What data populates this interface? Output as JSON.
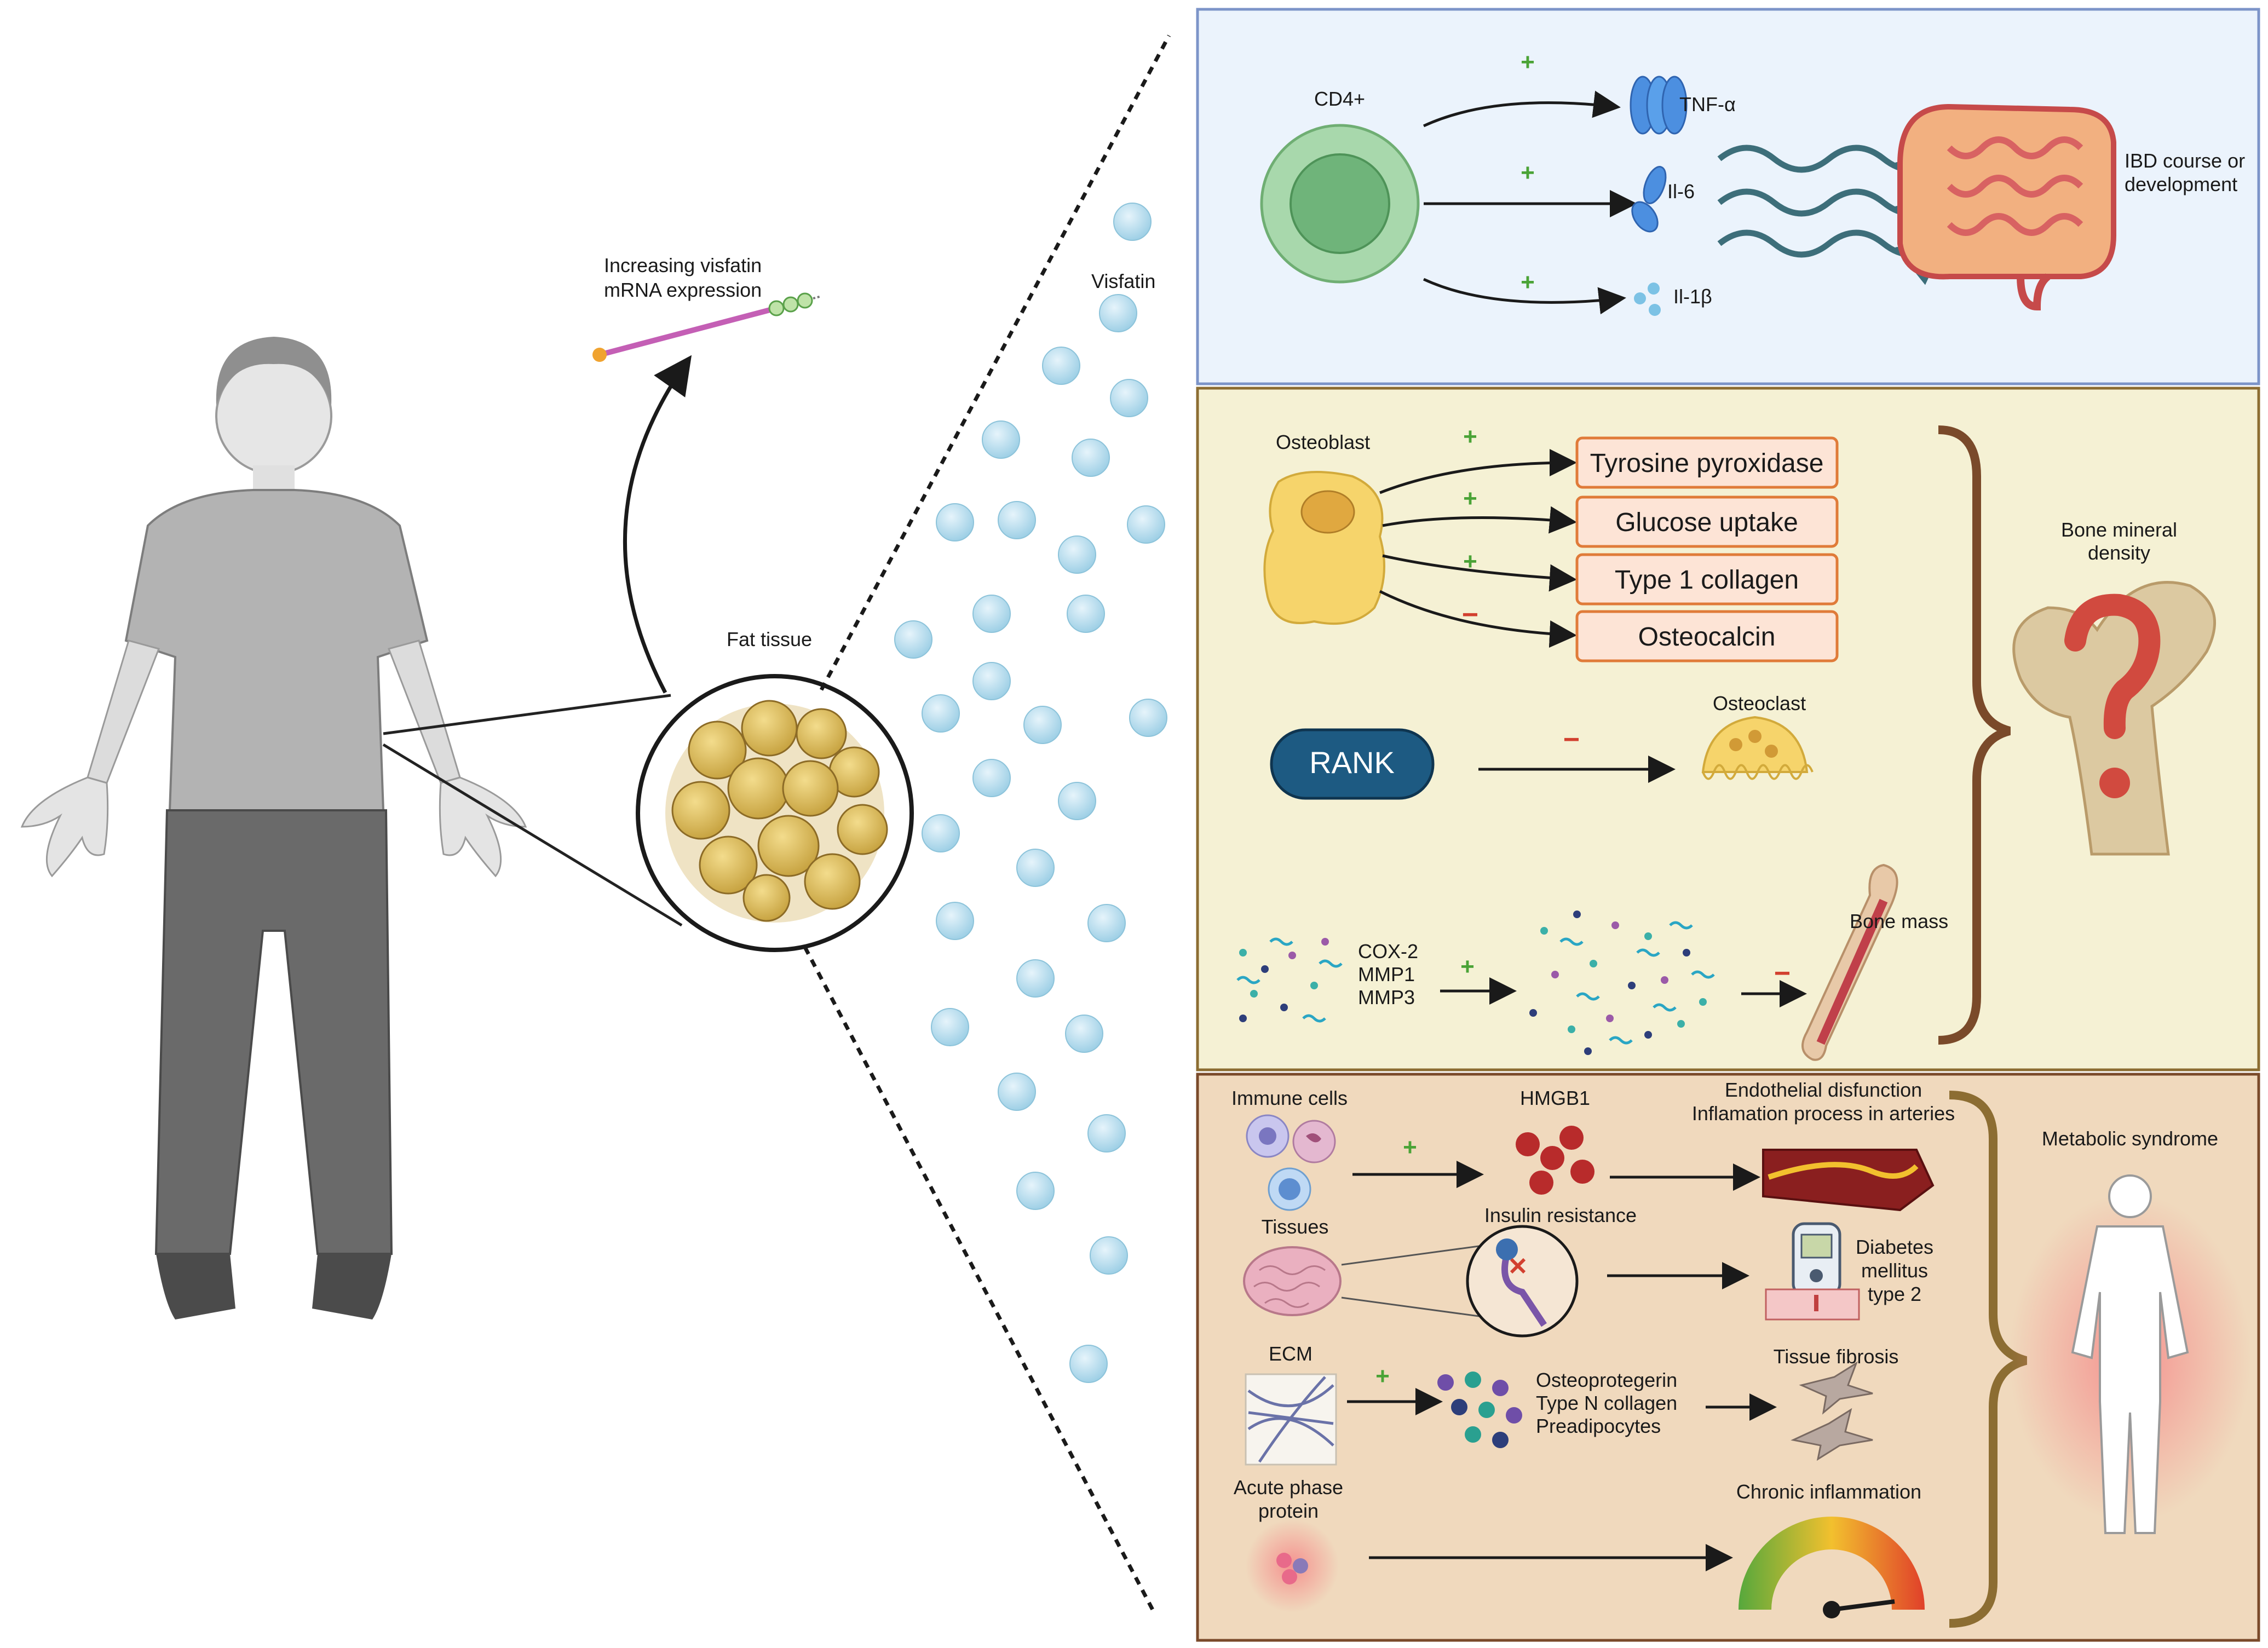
{
  "left": {
    "fat_tissue_label": "Fat tissue",
    "mrna_label_line1": "Increasing visfatin",
    "mrna_label_line2": "mRNA expression",
    "visfatin_label": "Visfatin"
  },
  "panel_immune": {
    "cell_label": "CD4+",
    "cytokines": [
      "TNF-α",
      "Il-6",
      "Il-1β"
    ],
    "outcome_line1": "IBD course or",
    "outcome_line2": "development",
    "sign": "+"
  },
  "panel_bone": {
    "osteoblast_label": "Osteoblast",
    "boxes": [
      "Tyrosine pyroxidase",
      "Glucose uptake",
      "Type 1 collagen",
      "Osteocalcin"
    ],
    "box_signs": [
      "+",
      "+",
      "+",
      "−"
    ],
    "rank_label": "RANK",
    "rank_sign": "−",
    "osteoclast_label": "Osteoclast",
    "enzymes": [
      "COX-2",
      "MMP1",
      "MMP3"
    ],
    "enzyme_sign": "+",
    "bone_mass_sign": "−",
    "bone_mass_label": "Bone mass",
    "bmd_line1": "Bone mineral",
    "bmd_line2": "density"
  },
  "panel_metabolic": {
    "immune_cells_label": "Immune cells",
    "hmgb1_label": "HMGB1",
    "endo_line1": "Endothelial disfunction",
    "endo_line2": "Inflamation process in arteries",
    "tissues_label": "Tissues",
    "insulin_label": "Insulin resistance",
    "diabetes_line1": "Diabetes",
    "diabetes_line2": "mellitus",
    "diabetes_line3": "type 2",
    "ecm_label": "ECM",
    "ecm_products": [
      "Osteoprotegerin",
      "Type N collagen",
      "Preadipocytes"
    ],
    "fibrosis_label": "Tissue fibrosis",
    "acute_line1": "Acute phase",
    "acute_line2": "protein",
    "chronic_label": "Chronic inflammation",
    "metabolic_label": "Metabolic syndrome",
    "sign": "+"
  },
  "colors": {
    "immune_panel_bg": "#ebf3fc",
    "immune_panel_border": "#7c94c8",
    "bone_panel_bg": "#f5f1d4",
    "bone_panel_border": "#8c6d32",
    "metabolic_panel_bg": "#f0d9bd",
    "metabolic_panel_border": "#7a4a2a",
    "box_fill": "#fde4d6",
    "box_border": "#e07b39",
    "rank_fill": "#1d5a82"
  }
}
